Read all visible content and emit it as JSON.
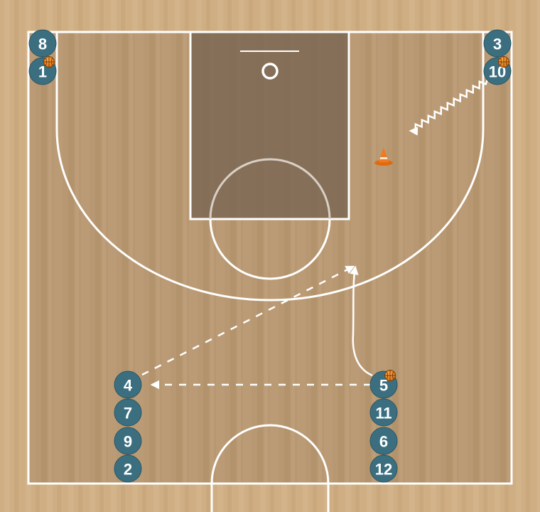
{
  "diagram": {
    "court_colors": {
      "outer": "#cfae84",
      "floor": "#b89872",
      "paint": "#7f6a55",
      "line": "#ffffff",
      "player": "#3b6f80",
      "ball": "#e8891f",
      "cone": "#f07a20"
    },
    "players": [
      {
        "id": "p8",
        "number": "8"
      },
      {
        "id": "p1",
        "number": "1"
      },
      {
        "id": "p3",
        "number": "3"
      },
      {
        "id": "p10",
        "number": "10"
      },
      {
        "id": "p4",
        "number": "4"
      },
      {
        "id": "p7",
        "number": "7"
      },
      {
        "id": "p9",
        "number": "9"
      },
      {
        "id": "p2",
        "number": "2"
      },
      {
        "id": "p5",
        "number": "5"
      },
      {
        "id": "p11",
        "number": "11"
      },
      {
        "id": "p6",
        "number": "6"
      },
      {
        "id": "p12",
        "number": "12"
      }
    ],
    "balls_with_players": [
      "1",
      "10",
      "5"
    ],
    "movements": [
      {
        "type": "dribble",
        "from": "10"
      },
      {
        "type": "pass",
        "from": "5",
        "to": "4"
      },
      {
        "type": "pass",
        "from": "4"
      },
      {
        "type": "cut",
        "from": "5"
      }
    ],
    "cone_count": 1
  }
}
